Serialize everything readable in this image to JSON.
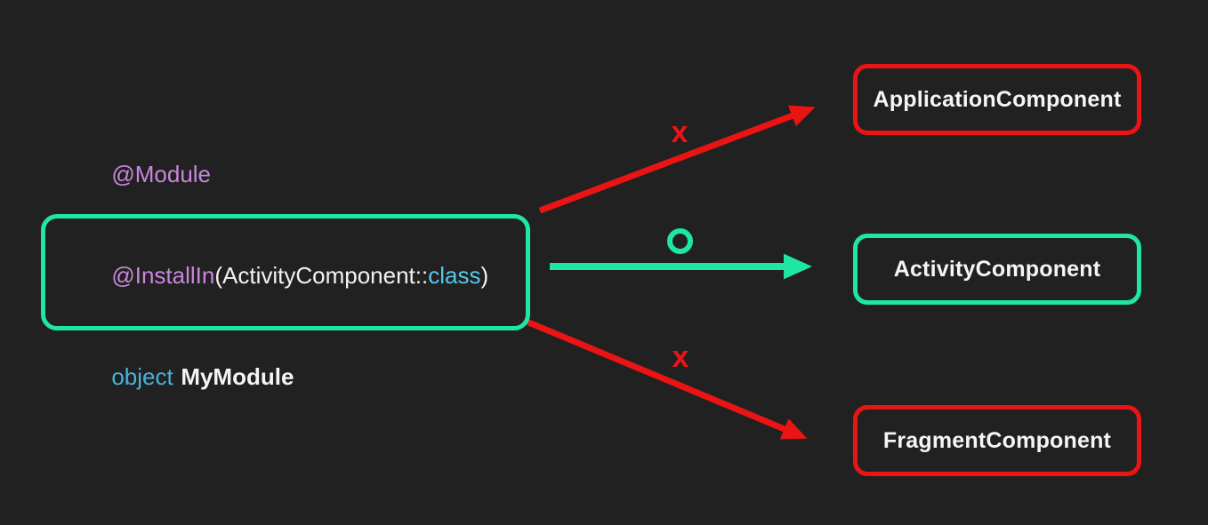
{
  "colors": {
    "background": "#212121",
    "accepted": "#1fe5a5",
    "rejected": "#eb1414",
    "annotation_purple": "#c986dd",
    "class_keyword_cyan": "#56c8e8",
    "object_keyword_blue": "#46b3d9",
    "text_white": "#f5f5f5"
  },
  "module_box": {
    "line1": {
      "annotation": "@Module"
    },
    "line2": {
      "annotation": "@InstallIn",
      "paren_open": "(",
      "component_ref": "ActivityComponent",
      "double_colon": "::",
      "class_keyword": "class",
      "paren_close": ")"
    },
    "line3": {
      "object_keyword": "object",
      "module_name": "MyModule"
    }
  },
  "targets": [
    {
      "label": "ApplicationComponent",
      "allowed": false,
      "marker": "x"
    },
    {
      "label": "ActivityComponent",
      "allowed": true,
      "marker": "O"
    },
    {
      "label": "FragmentComponent",
      "allowed": false,
      "marker": "x"
    }
  ]
}
